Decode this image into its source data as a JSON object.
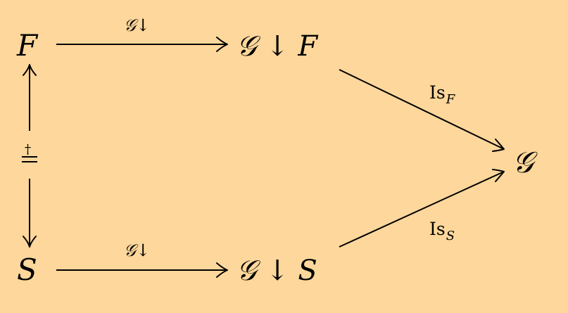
{
  "nodes": {
    "F": "F",
    "S": "S",
    "G_down_F": "𝒢 ↓ F",
    "G_down_S": "𝒢 ↓ S",
    "G": "𝒢"
  },
  "edges": {
    "top_label": "𝒢↓",
    "bottom_label": "𝒢↓",
    "upper_right_label_base": "Is",
    "upper_right_label_sub": "F",
    "lower_right_label_base": "Is",
    "lower_right_label_sub": "S",
    "left_label_dagger": "†"
  },
  "colors": {
    "background": "#fdd79b",
    "ink": "#000000"
  }
}
